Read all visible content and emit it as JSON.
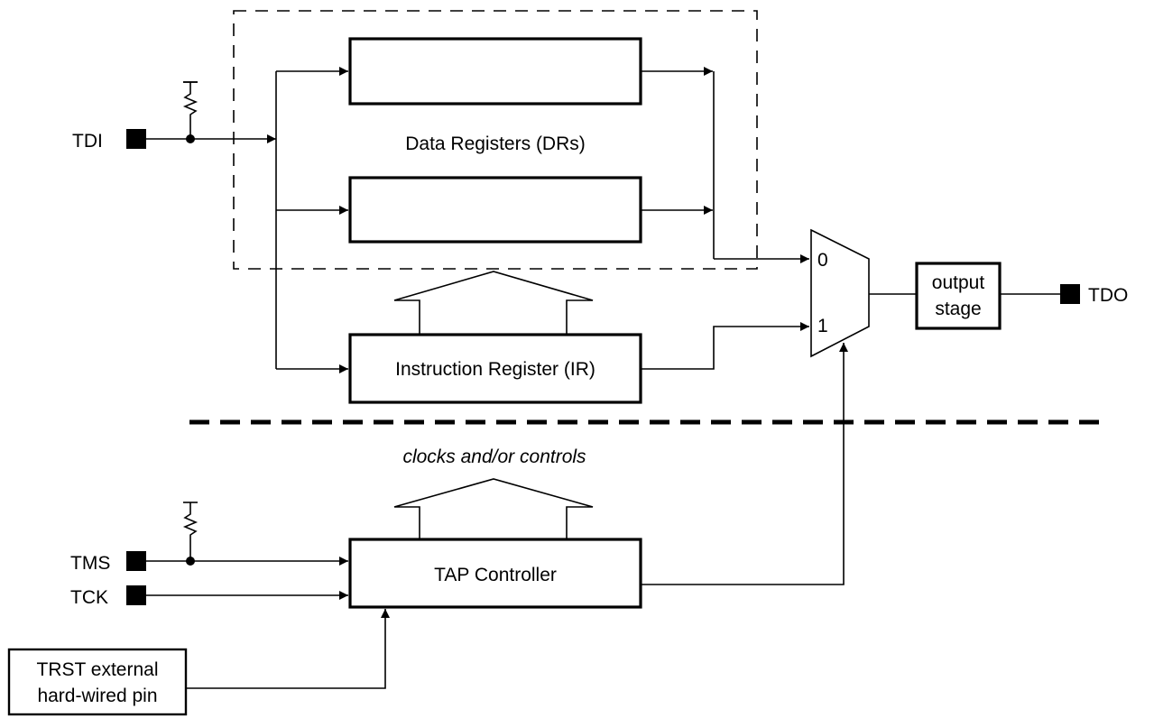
{
  "pins": {
    "tdi": "TDI",
    "tdo": "TDO",
    "tms": "TMS",
    "tck": "TCK"
  },
  "blocks": {
    "data_registers_label": "Data Registers (DRs)",
    "instruction_register": "Instruction Register (IR)",
    "tap_controller": "TAP Controller",
    "output_stage_line1": "output",
    "output_stage_line2": "stage",
    "trst_line1": "TRST external",
    "trst_line2": "hard-wired pin"
  },
  "mux": {
    "input0": "0",
    "input1": "1"
  },
  "annotations": {
    "clocks_controls": "clocks and/or controls"
  },
  "colors": {
    "stroke": "#000000",
    "background": "#ffffff"
  }
}
